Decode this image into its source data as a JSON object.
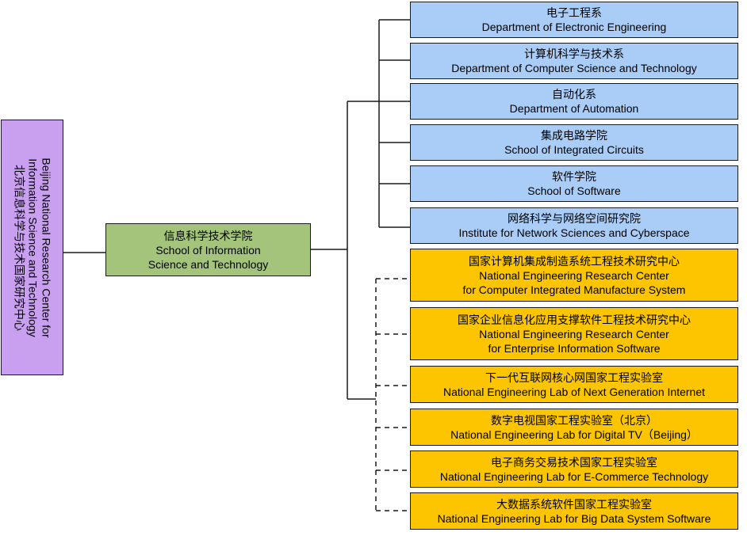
{
  "center": {
    "lines": [
      "Beijing National Research Center for",
      "Information Science and Technology",
      "北京信息科学与技术国家研究中心"
    ]
  },
  "school": {
    "name_zh": "信息科学技术学院",
    "name_en_1": "School of Information",
    "name_en_2": "Science and Technology"
  },
  "departments": [
    {
      "zh": "电子工程系",
      "en": "Department of Electronic Engineering"
    },
    {
      "zh": "计算机科学与技术系",
      "en": "Department of Computer Science and Technology"
    },
    {
      "zh": "自动化系",
      "en": "Department of Automation"
    },
    {
      "zh": "集成电路学院",
      "en": "School of Integrated Circuits"
    },
    {
      "zh": "软件学院",
      "en": "School of Software"
    },
    {
      "zh": "网络科学与网络空间研究院",
      "en": "Institute for Network Sciences and Cyberspace"
    }
  ],
  "labs": [
    {
      "zh": "国家计算机集成制造系统工程技术研究中心",
      "en1": "National Engineering Research Center",
      "en2": "for Computer Integrated Manufacture System"
    },
    {
      "zh": "国家企业信息化应用支撑软件工程技术研究中心",
      "en1": "National Engineering Research Center",
      "en2": "for Enterprise Information Software"
    },
    {
      "zh": "下一代互联网核心网国家工程实验室",
      "en1": "National Engineering Lab of Next Generation Internet"
    },
    {
      "zh": "数字电视国家工程实验室（北京）",
      "en1": "National Engineering Lab for Digital TV（Beijing）"
    },
    {
      "zh": "电子商务交易技术国家工程实验室",
      "en1": "National Engineering Lab for E-Commerce Technology"
    },
    {
      "zh": "大数据系统软件国家工程实验室",
      "en1": "National Engineering Lab for Big Data System Software"
    }
  ],
  "colors": {
    "center_fill": "#c9a0f0",
    "school_fill": "#a3c47a",
    "department_fill": "#a9cdf7",
    "lab_fill": "#fdc400",
    "line": "#1a1a1a"
  }
}
